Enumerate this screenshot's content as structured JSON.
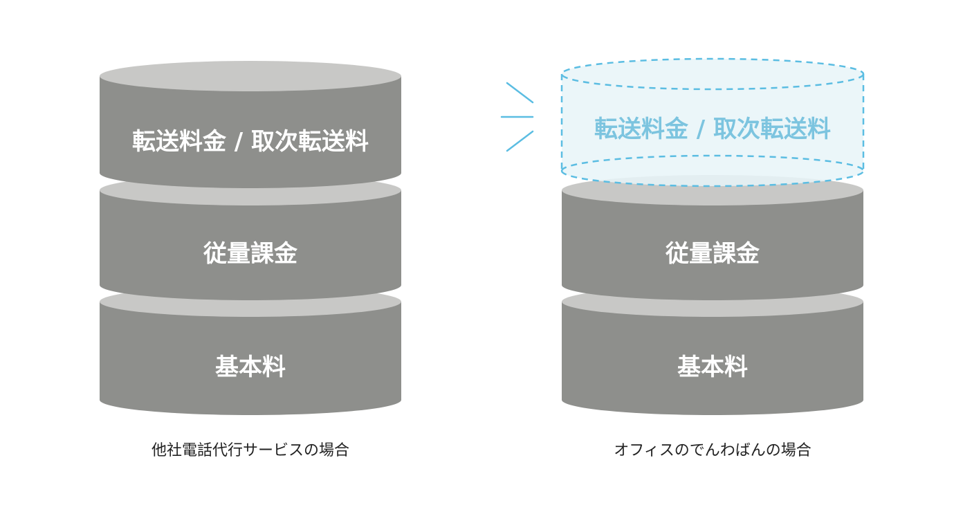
{
  "colors": {
    "layer_side": "#8e8f8c",
    "layer_top": "#c8c8c6",
    "highlight_stroke": "#5bbde2",
    "highlight_fill": "#e8f4f8",
    "highlight_text": "#7cc4df",
    "label_text": "#ffffff",
    "caption_text": "#222222"
  },
  "left_stack": {
    "layers": [
      {
        "label": "転送料金 / 取次転送料"
      },
      {
        "label": "従量課金"
      },
      {
        "label": "基本料"
      }
    ],
    "caption": "他社電話代行サービスの場合"
  },
  "right_stack": {
    "removed_layer": {
      "label": "転送料金 / 取次転送料"
    },
    "layers": [
      {
        "label": "従量課金"
      },
      {
        "label": "基本料"
      }
    ],
    "caption": "オフィスのでんわばんの場合"
  }
}
